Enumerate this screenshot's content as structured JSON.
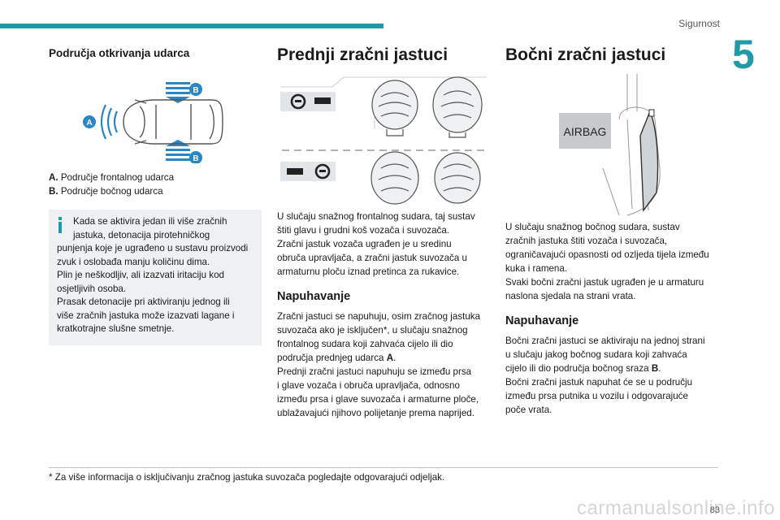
{
  "header": {
    "section": "Sigurnost",
    "chapter": "5"
  },
  "col1": {
    "title": "Područja otkrivanja udarca",
    "figure": {
      "label_a": "A",
      "label_b_top": "B",
      "label_b_bottom": "B"
    },
    "legend": [
      {
        "key": "A.",
        "text": "Područje frontalnog udarca"
      },
      {
        "key": "B.",
        "text": "Područje bočnog udarca"
      }
    ],
    "info_lines": [
      "Kada se aktivira jedan ili više zračnih",
      "jastuka, detonacija pirotehničkog",
      "punjenja koje je ugrađeno u sustavu proizvodi",
      "zvuk i oslobađa manju količinu dima.",
      "Plin je neškodljiv, ali izazvati iritaciju kod",
      "osjetljivih osoba.",
      "Prasak detonacije pri aktiviranju jednog ili",
      "više zračnih jastuka može izazvati lagane i",
      "kratkotrajne slušne smetnje."
    ]
  },
  "col2": {
    "title": "Prednji zračni jastuci",
    "intro_lines": [
      "U slučaju snažnog frontalnog sudara, taj sustav",
      "štiti glavu i grudni koš vozača i suvozača.",
      "Zračni jastuk vozača ugrađen je u sredinu",
      "obruča upravljača, a zračni jastuk suvozača u",
      "armaturnu ploču iznad pretinca za rukavice."
    ],
    "subtitle": "Napuhavanje",
    "para2_lines": [
      "Zračni jastuci se napuhuju, osim zračnog jastuka",
      "suvozača ako je isključen*, u slučaju snažnog",
      "frontalnog sudara koji zahvaća cijelo ili dio",
      "područja prednjeg udarca ",
      "Prednji zračni jastuci napuhuju se između prsa",
      "i glave vozača i obruča upravljača, odnosno",
      "između prsa i glave suvozača i armaturne ploče,",
      "ublažavajući njihovo polijetanje prema naprijed."
    ],
    "para2_bold": "A",
    "para2_after": "."
  },
  "col3": {
    "title": "Bočni zračni jastuci",
    "figure_label": "AIRBAG",
    "intro_lines": [
      "U slučaju snažnog bočnog sudara, sustav",
      "zračnih jastuka štiti vozača i suvozača,",
      "ograničavajući opasnosti od ozljeda tijela između",
      "kuka i ramena.",
      "Svaki bočni zračni jastuk ugrađen je u armaturu",
      "naslona sjedala na strani vrata."
    ],
    "subtitle": "Napuhavanje",
    "para2_lines": [
      "Bočni zračni jastuci se aktiviraju na jednoj strani",
      "u slučaju jakog bočnog sudara koji zahvaća",
      "cijelo ili dio područja bočnog sraza ",
      "Bočni zračni jastuk napuhat će se u području",
      "između prsa putnika u vozilu i odgovarajuće",
      "poče vrata."
    ],
    "para2_bold": "B",
    "para2_after": "."
  },
  "footer": {
    "footnote": "* Za više informacija o isključivanju zračnog jastuka suvozača pogledajte odgovarajući odjeljak.",
    "page": "83",
    "watermark": "carmanualsonline.info"
  },
  "colors": {
    "accent": "#1f9aa6",
    "badge": "#2b86c5",
    "info_bg": "#eef0f2"
  }
}
